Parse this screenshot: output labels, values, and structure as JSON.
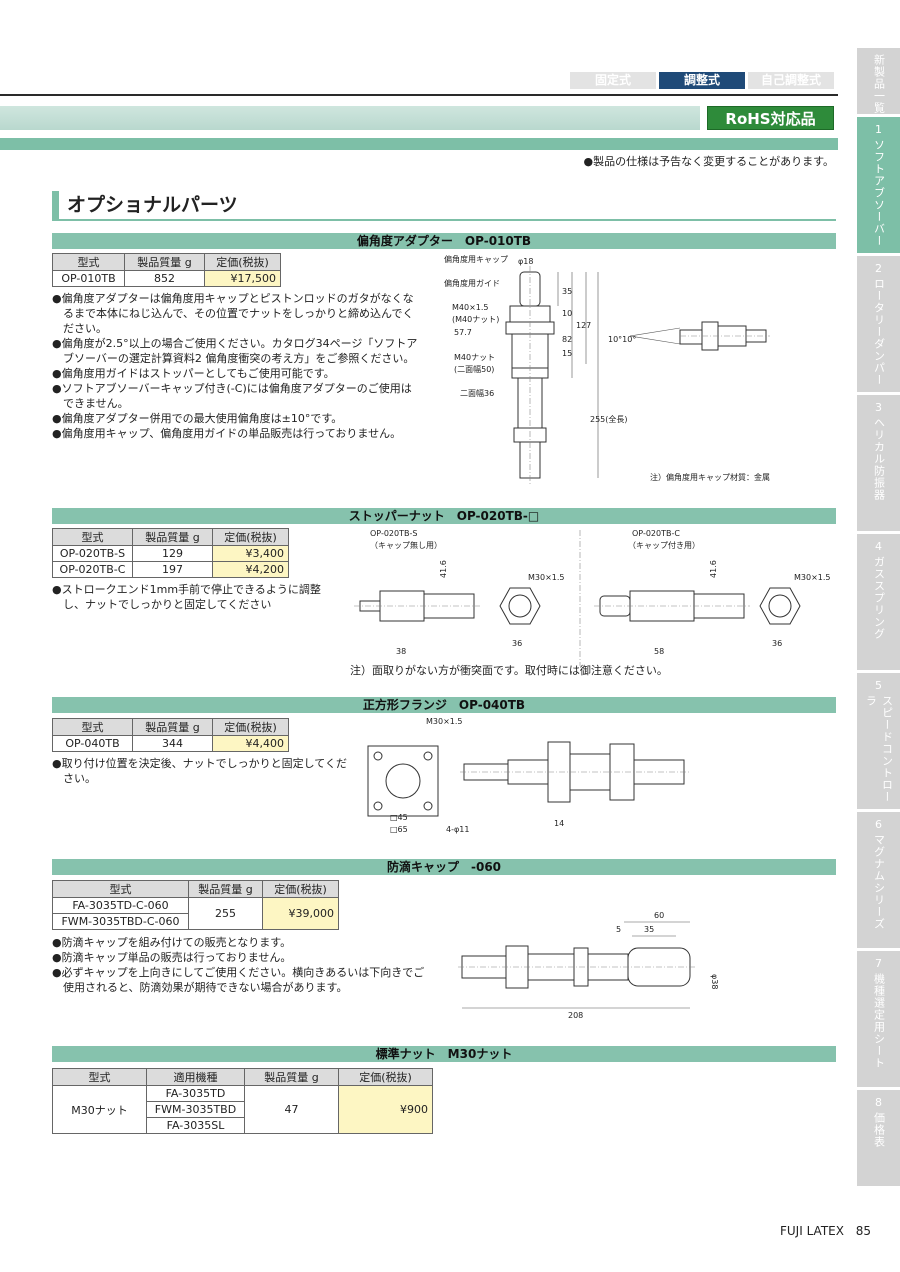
{
  "header": {
    "tabs": [
      {
        "label": "固定式",
        "active": false
      },
      {
        "label": "調整式",
        "active": true
      },
      {
        "label": "自己調整式",
        "active": false
      }
    ],
    "rohs_badge": "RoHS対応品",
    "notice": "●製品の仕様は予告なく変更することがあります。",
    "section_title": "オプショナルパーツ"
  },
  "colors": {
    "accent": "#7dbfa7",
    "active_tab": "#1f4a78",
    "rohs": "#2e8b3a",
    "price_bg": "#fdf6c3"
  },
  "sections": {
    "s1": {
      "title": "偏角度アダプター　OP-010TB",
      "headers": [
        "型式",
        "製品質量 g",
        "定価(税抜)"
      ],
      "rows": [
        [
          "OP-010TB",
          "852",
          "¥17,500"
        ]
      ],
      "bullets": [
        "偏角度アダプターは偏角度用キャップとピストンロッドのガタがなくなるまで本体にねじ込んで、その位置でナットをしっかりと締め込んでください。",
        "偏角度が2.5°以上の場合ご使用ください。カタログ34ページ「ソフトアブソーバーの選定計算資料2 偏角度衝突の考え方」をご参照ください。",
        "偏角度用ガイドはストッパーとしてもご使用可能です。",
        "ソフトアブソーバーキャップ付き(-C)には偏角度アダプターのご使用はできません。",
        "偏角度アダプター併用での最大使用偏角度は±10°です。",
        "偏角度用キャップ、偏角度用ガイドの単品販売は行っておりません。"
      ],
      "note": "注）偏角度用キャップ材質：金属",
      "drawing": {
        "labels": [
          "偏角度用キャップ",
          "偏角度用ガイド",
          "M40×1.5",
          "(M40ナット)",
          "57.7",
          "M40ナット",
          "(二面幅50)",
          "二面幅36",
          "φ18",
          "35",
          "10",
          "82",
          "127",
          "15",
          "255(全長)",
          "10°10°"
        ]
      }
    },
    "s2": {
      "title": "ストッパーナット　OP-020TB-□",
      "headers": [
        "型式",
        "製品質量 g",
        "定価(税抜)"
      ],
      "rows": [
        [
          "OP-020TB-S",
          "129",
          "¥3,400"
        ],
        [
          "OP-020TB-C",
          "197",
          "¥4,200"
        ]
      ],
      "bullets": [
        "ストロークエンド1mm手前で停止できるように調整し、ナットでしっかりと固定してください"
      ],
      "note": "注）面取りがない方が衝突面です。取付時には御注意ください。",
      "drawing": {
        "left_title": "OP-020TB-S",
        "left_sub": "（キャップ無し用）",
        "right_title": "OP-020TB-C",
        "right_sub": "（キャップ付き用）",
        "labels": [
          "41.6",
          "38",
          "M30×1.5",
          "36",
          "41.6",
          "58",
          "M30×1.5",
          "36"
        ]
      }
    },
    "s3": {
      "title": "正方形フランジ　OP-040TB",
      "headers": [
        "型式",
        "製品質量 g",
        "定価(税抜)"
      ],
      "rows": [
        [
          "OP-040TB",
          "344",
          "¥4,400"
        ]
      ],
      "bullets": [
        "取り付け位置を決定後、ナットでしっかりと固定してください。"
      ],
      "drawing": {
        "labels": [
          "M30×1.5",
          "□45",
          "□65",
          "4-φ11",
          "14"
        ]
      }
    },
    "s4": {
      "title": "防滴キャップ　-060",
      "headers": [
        "型式",
        "製品質量 g",
        "定価(税抜)"
      ],
      "rows": [
        [
          "FA-3035TD-C-060",
          "255",
          "¥39,000"
        ],
        [
          "FWM-3035TBD-C-060",
          "",
          ""
        ]
      ],
      "bullets": [
        "防滴キャップを組み付けての販売となります。",
        "防滴キャップ単品の販売は行っておりません。",
        "必ずキャップを上向きにしてご使用ください。横向きあるいは下向きでご使用されると、防滴効果が期待できない場合があります。"
      ],
      "drawing": {
        "labels": [
          "60",
          "5",
          "35",
          "φ38",
          "208"
        ]
      }
    },
    "s5": {
      "title": "標準ナット　M30ナット",
      "headers": [
        "型式",
        "適用機種",
        "製品質量 g",
        "定価(税抜)"
      ],
      "model": "M30ナット",
      "machines": [
        "FA-3035TD",
        "FWM-3035TBD",
        "FA-3035SL"
      ],
      "mass": "47",
      "price": "¥900"
    }
  },
  "sidenav": [
    {
      "num": "",
      "label": "新製品一覧"
    },
    {
      "num": "1",
      "label": "ソフトアブソーバー",
      "active": true
    },
    {
      "num": "2",
      "label": "ロータリーダンパー"
    },
    {
      "num": "3",
      "label": "ヘリカル防振器"
    },
    {
      "num": "4",
      "label": "ガススプリング"
    },
    {
      "num": "5",
      "label": "スピードコントローラ"
    },
    {
      "num": "6",
      "label": "マグナムシリーズ"
    },
    {
      "num": "7",
      "label": "機種選定用シート"
    },
    {
      "num": "8",
      "label": "価格表"
    }
  ],
  "footer": {
    "brand": "FUJI LATEX",
    "page": "85"
  }
}
